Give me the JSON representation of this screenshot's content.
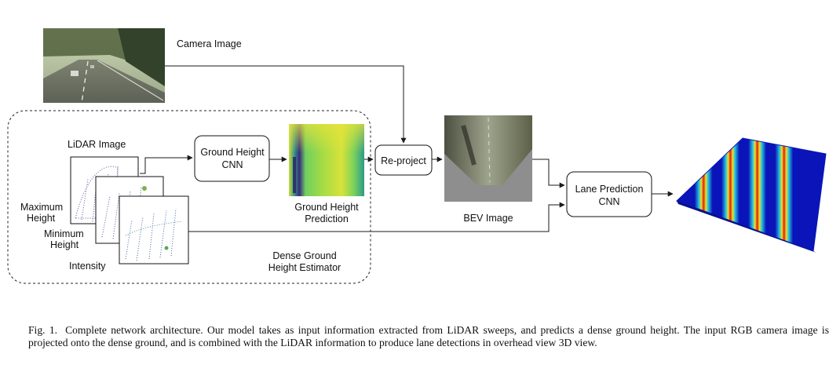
{
  "labels": {
    "camera_image": "Camera Image",
    "lidar_image": "LiDAR Image",
    "maximum_height": [
      "Maximum",
      "Height"
    ],
    "minimum_height": [
      "Minimum",
      "Height"
    ],
    "intensity": "Intensity",
    "ground_height_cnn": [
      "Ground Height",
      "CNN"
    ],
    "ground_height_prediction": [
      "Ground Height",
      "Prediction"
    ],
    "dense_ground_height_estimator": [
      "Dense Ground",
      "Height Estimator"
    ],
    "reproject": "Re-project",
    "bev_image": "BEV Image",
    "lane_prediction_cnn": [
      "Lane Prediction",
      "CNN"
    ]
  },
  "caption": {
    "number": "Fig. 1.",
    "text": "Complete network architecture. Our model takes as input information extracted from LiDAR sweeps, and predicts a dense ground height. The input RGB camera image is projected onto the dense ground, and is combined with the LiDAR information to produce lane detections in overhead view 3D view."
  },
  "colors": {
    "line": "#1a1a1a",
    "heatmap_yellow": "#e8e23a",
    "heatmap_green": "#4cc26f",
    "heatmap_teal": "#1e8c8c",
    "heatmap_purple": "#3b2b7a",
    "lane_surface_blue": "#0a14b8",
    "lane_red": "#e01e12"
  }
}
